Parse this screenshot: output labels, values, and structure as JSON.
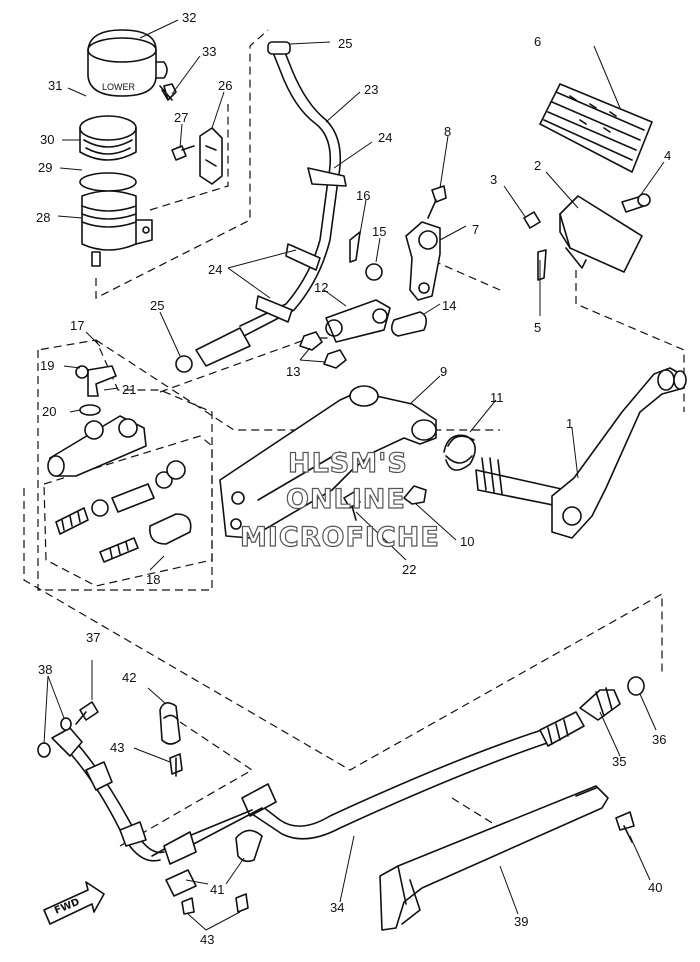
{
  "watermark": {
    "line1": "HLSM'S",
    "line2": "ONLINE",
    "line3": "MICROFICHE"
  },
  "fwd_label": "FWD",
  "callouts": {
    "p1": "1",
    "p2": "2",
    "p3": "3",
    "p4": "4",
    "p5": "5",
    "p6": "6",
    "p7": "7",
    "p8": "8",
    "p9": "9",
    "p10": "10",
    "p11": "11",
    "p12": "12",
    "p13": "13",
    "p14": "14",
    "p15": "15",
    "p16": "16",
    "p17": "17",
    "p18": "18",
    "p19": "19",
    "p20": "20",
    "p21": "21",
    "p22": "22",
    "p23": "23",
    "p24a": "24",
    "p24b": "24",
    "p25a": "25",
    "p25b": "25",
    "p26": "26",
    "p27": "27",
    "p28": "28",
    "p29": "29",
    "p30": "30",
    "p31": "31",
    "p32": "32",
    "p33": "33",
    "p34": "34",
    "p35": "35",
    "p36": "36",
    "p37": "37",
    "p38": "38",
    "p39": "39",
    "p40": "40",
    "p41": "41",
    "p42": "42",
    "p43a": "43",
    "p43b": "43"
  },
  "reservoir_mark": "LOWER"
}
